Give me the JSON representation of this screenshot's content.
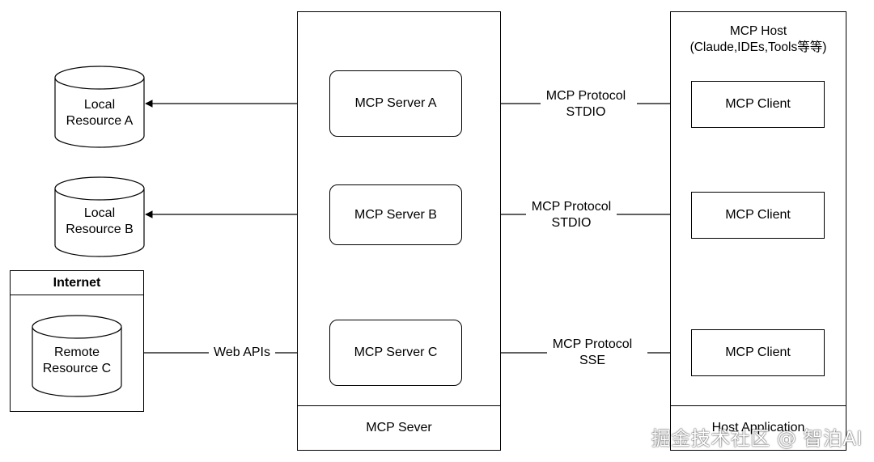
{
  "resources": {
    "a": "Local\nResource A",
    "b": "Local\nResource B",
    "c": "Remote\nResource C"
  },
  "internet_label": "Internet",
  "servers": {
    "a": "MCP Server A",
    "b": "MCP Server B",
    "c": "MCP Server C",
    "container_label": "MCP Sever"
  },
  "protocols": {
    "a": "MCP Protocol\nSTDIO",
    "b": "MCP Protocol\nSTDIO",
    "c": "MCP Protocol\nSSE"
  },
  "web_apis_label": "Web APIs",
  "host": {
    "title": "MCP Host\n(Claude,IDEs,Tools等等)",
    "footer": "Host Application",
    "clients": [
      "MCP Client",
      "MCP Client",
      "MCP Client"
    ]
  },
  "watermark": "掘金技术社区 @ 智泊AI"
}
